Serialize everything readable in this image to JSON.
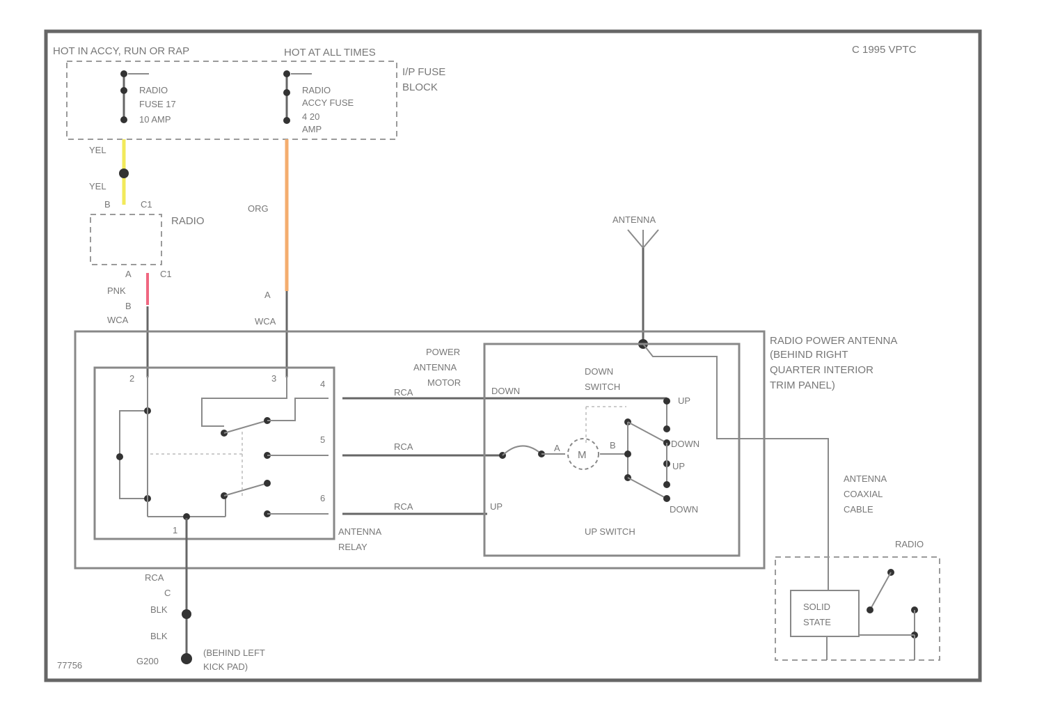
{
  "copyright": "C 1995 VPTC",
  "figure_id": "77756",
  "fuse_block": {
    "hot_accy_label": "HOT IN ACCY, RUN OR RAP",
    "hot_always_label": "HOT AT ALL TIMES",
    "block_label": [
      "I/P FUSE",
      "BLOCK"
    ],
    "fuse1": [
      "RADIO",
      "FUSE 17",
      "10 AMP"
    ],
    "fuse2": [
      "RADIO",
      "ACCY FUSE",
      "4 20",
      "AMP"
    ]
  },
  "wires": {
    "yel1": "YEL",
    "yel2": "YEL",
    "org": "ORG",
    "pnk": "PNK",
    "wca_left": "WCA",
    "wca_mid": "WCA",
    "rca_top": "RCA",
    "rca_mid": "RCA",
    "rca_bot": "RCA",
    "rca_gnd": "RCA",
    "blk1": "BLK",
    "blk2": "BLK"
  },
  "radio_top": {
    "label": "RADIO",
    "conn_top": "C1",
    "conn_bottom": "C1",
    "pin_b": "B",
    "pin_a": "A"
  },
  "pins": {
    "a_org": "A",
    "b_pnk": "B",
    "p2": "2",
    "p3": "3",
    "p4": "4",
    "p5": "5",
    "p6": "6",
    "p1": "1",
    "c": "C",
    "m_a": "A",
    "m_b": "B"
  },
  "antenna": {
    "label": "ANTENNA"
  },
  "assembly": {
    "label": [
      "RADIO POWER ANTENNA",
      "(BEHIND RIGHT",
      "QUARTER INTERIOR",
      "TRIM PANEL)"
    ],
    "motor_label": [
      "POWER",
      "ANTENNA",
      "MOTOR"
    ],
    "down_switch_label": [
      "DOWN",
      "SWITCH"
    ],
    "up_switch_label": "UP SWITCH",
    "relay_label": [
      "ANTENNA",
      "RELAY"
    ],
    "motor_symbol": "M",
    "down": "DOWN",
    "up": "UP",
    "sw_up_1": "UP",
    "sw_down_1": "DOWN",
    "sw_up_2": "UP",
    "sw_down_2": "DOWN"
  },
  "coax": {
    "label": [
      "ANTENNA",
      "COAXIAL",
      "CABLE"
    ]
  },
  "radio_bottom": {
    "label": "RADIO",
    "solid_state": [
      "SOLID",
      "STATE"
    ]
  },
  "ground": {
    "label": "G200",
    "location": [
      "(BEHIND LEFT",
      "KICK PAD)"
    ]
  }
}
